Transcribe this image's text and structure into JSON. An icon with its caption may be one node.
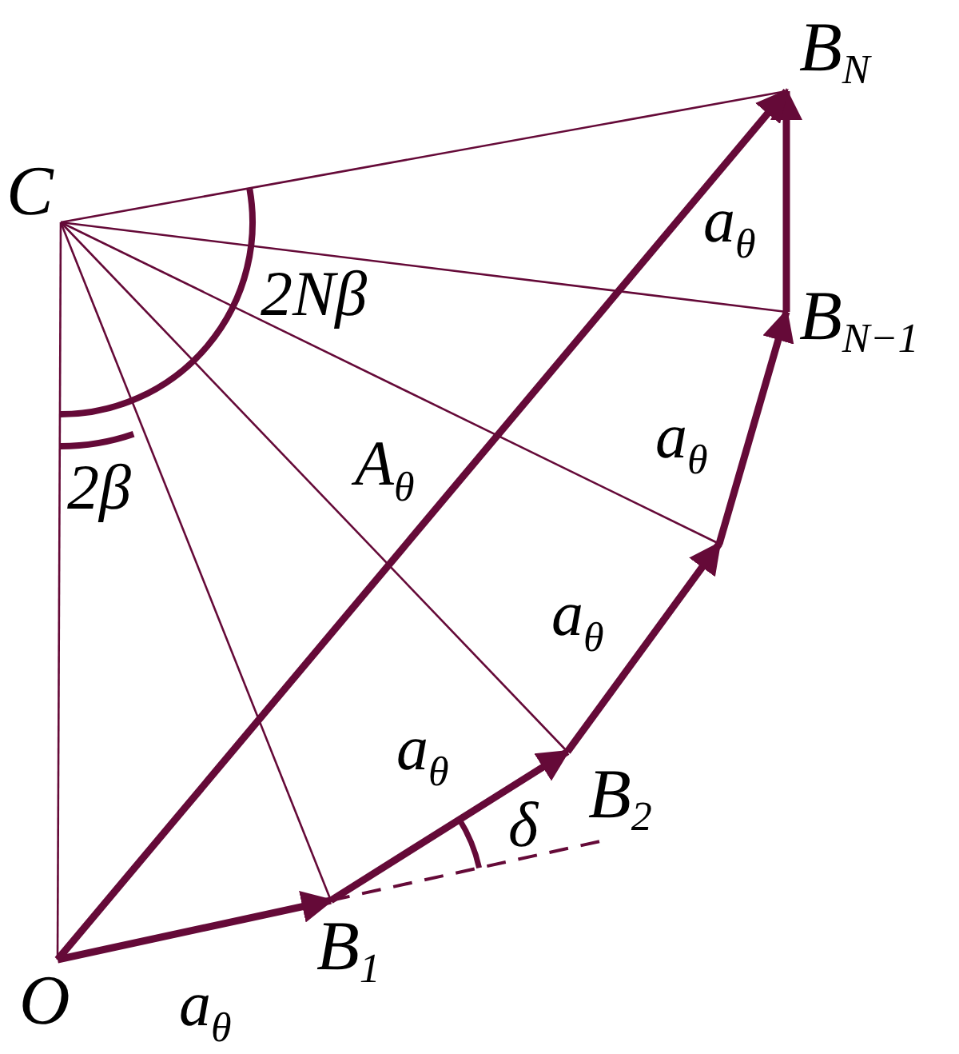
{
  "diagram": {
    "nodes": [
      {
        "text": [
          "B$_{N}$"
        ]
      },
      {
        "text": [
          "C"
        ]
      },
      {
        "text": [
          "B$_{N−1}$"
        ]
      },
      {
        "text": [],
        "shape": "point"
      },
      {
        "text": [
          "B$_{2}$"
        ]
      },
      {
        "text": [
          "B$_{1}$"
        ]
      },
      {
        "text": [
          "O"
        ]
      }
    ],
    "edges": [
      {
        "from": 6,
        "to": 5,
        "arrow": "to",
        "label": "a$_{θ}$",
        "style": "thick"
      },
      {
        "from": 5,
        "to": 4,
        "arrow": "to",
        "label": "a$_{θ}$",
        "style": "thick"
      },
      {
        "from": 4,
        "to": 3,
        "arrow": "to",
        "label": "a$_{θ}$",
        "style": "thick"
      },
      {
        "from": 3,
        "to": 2,
        "arrow": "to",
        "label": "a$_{θ}$",
        "style": "thick"
      },
      {
        "from": 2,
        "to": 0,
        "arrow": "to",
        "label": "a$_{θ}$",
        "style": "thick"
      },
      {
        "from": 6,
        "to": 0,
        "arrow": "to",
        "label": "A$_{θ}$",
        "style": "thick"
      },
      {
        "from": 1,
        "to": 6,
        "arrow": "none"
      },
      {
        "from": 1,
        "to": 5,
        "arrow": "none"
      },
      {
        "from": 1,
        "to": 4,
        "arrow": "none"
      },
      {
        "from": 1,
        "to": 3,
        "arrow": "none"
      },
      {
        "from": 1,
        "to": 2,
        "arrow": "none"
      },
      {
        "from": 1,
        "to": 0,
        "arrow": "none"
      }
    ],
    "labels": [
      "2Nβ",
      "2β",
      "δ"
    ]
  }
}
